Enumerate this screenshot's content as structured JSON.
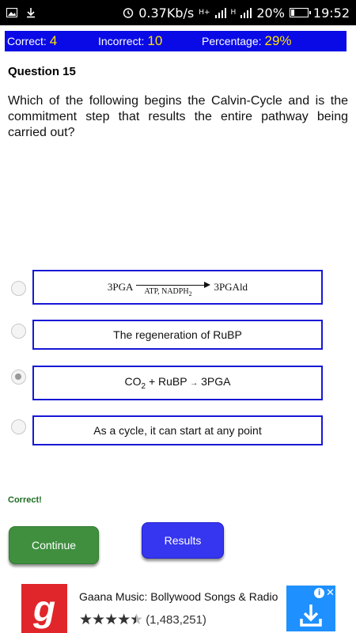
{
  "status_bar": {
    "net_speed": "0.37Kb/s",
    "sim1_label": "H+",
    "sim2_label": "H",
    "battery_percent": "20%",
    "battery_level": 0.2,
    "time": "19:52",
    "icons": [
      "image-icon",
      "download-icon",
      "alarm-icon",
      "signal-icon",
      "battery-icon"
    ]
  },
  "score": {
    "correct_label": "Correct:",
    "correct_value": "4",
    "incorrect_label": "Incorrect:",
    "incorrect_value": "10",
    "percentage_label": "Percentage:",
    "percentage_value": "29%"
  },
  "question": {
    "number": "Question 15",
    "text": "Which of the following begins the Calvin-Cycle and is the commitment step that results the entire pathway being carried out?"
  },
  "options": {
    "opt1": {
      "reactant": "3PGA",
      "condition": "ATP, NADPH",
      "condition_sub": "2",
      "product": "3PGAld",
      "selected": false
    },
    "opt2": {
      "text": "The regeneration of RuBP",
      "selected": false
    },
    "opt3": {
      "co": "CO",
      "sub": "2",
      "rest": " + RuBP ",
      "arrow": "→",
      "product": " 3PGA",
      "selected": true
    },
    "opt4": {
      "text": "As a cycle, it can start at any point",
      "selected": false
    }
  },
  "feedback": "Correct!",
  "buttons": {
    "continue": "Continue",
    "results": "Results"
  },
  "ad": {
    "logo_letter": "g",
    "title": "Gaana Music: Bollywood Songs & Radio",
    "rating_count": "(1,483,251)",
    "rating": 4.5,
    "info": "i",
    "close": "✕",
    "colors": {
      "logo": "#e0262a",
      "install": "#1e90ff"
    }
  },
  "colors": {
    "score_bar": "#0a0ae6",
    "score_value": "#ffe300",
    "option_border": "#1717d6",
    "continue_btn": "#3f8f3f",
    "results_btn": "#3636f0",
    "feedback": "#1c6b20"
  }
}
